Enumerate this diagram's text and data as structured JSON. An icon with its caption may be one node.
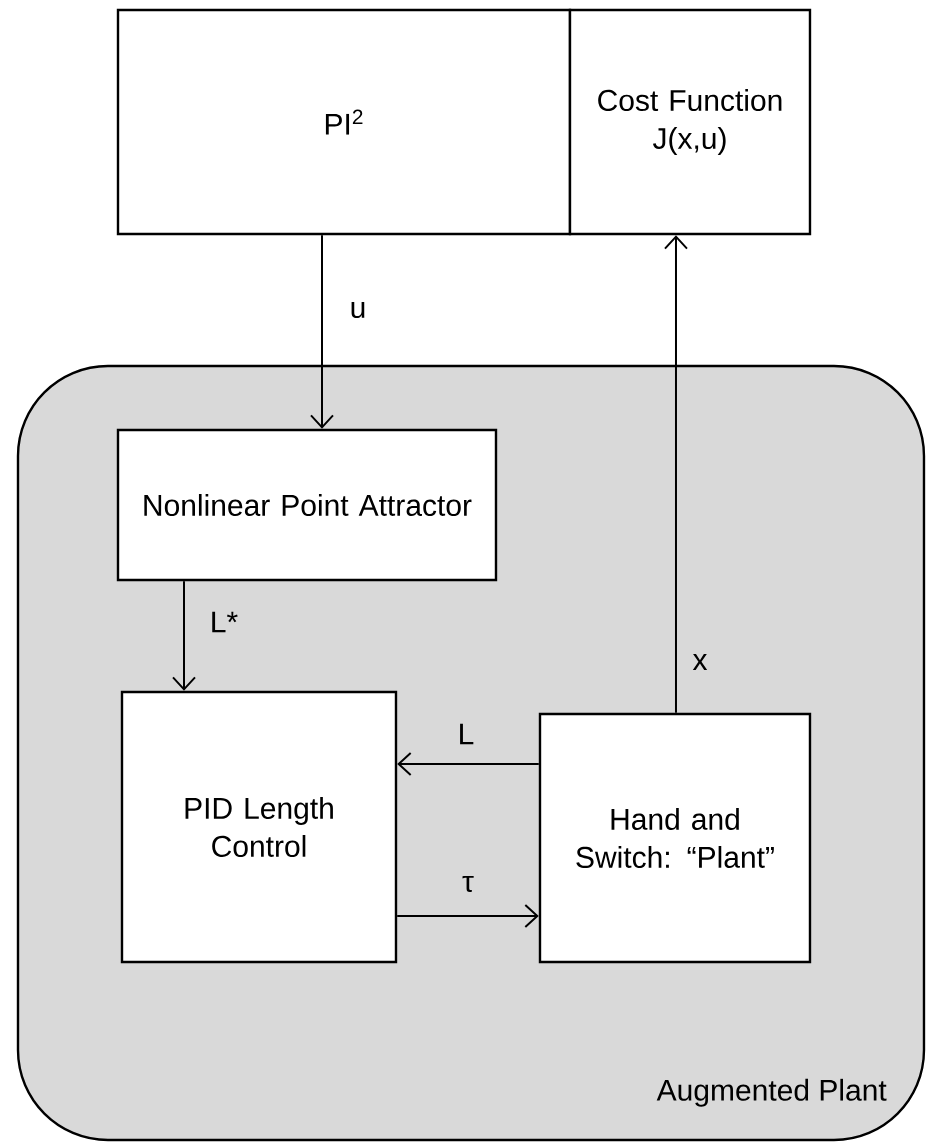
{
  "diagram": {
    "nodes": [
      {
        "text": [
          "PI$^{2}$"
        ]
      },
      {
        "text": [
          "Cost Function J(x,u)"
        ]
      },
      {
        "text": [
          "Augmented Plant"
        ]
      },
      {
        "text": [
          "Nonlinear Point Attractor"
        ],
        "in": 2
      },
      {
        "text": [
          "PID Length Control"
        ],
        "in": 2
      },
      {
        "text": [
          "Hand and Switch: “Plant”"
        ],
        "in": 2
      }
    ],
    "edges": [
      {
        "from": 0,
        "to": 3,
        "arrow": "to",
        "label": "u"
      },
      {
        "from": 5,
        "to": 1,
        "arrow": "to",
        "label": "x"
      },
      {
        "from": 3,
        "to": 4,
        "arrow": "to",
        "label": "L*"
      },
      {
        "from": 5,
        "to": 4,
        "arrow": "to",
        "label": "L"
      },
      {
        "from": 4,
        "to": 5,
        "arrow": "to",
        "label": "τ"
      }
    ]
  }
}
